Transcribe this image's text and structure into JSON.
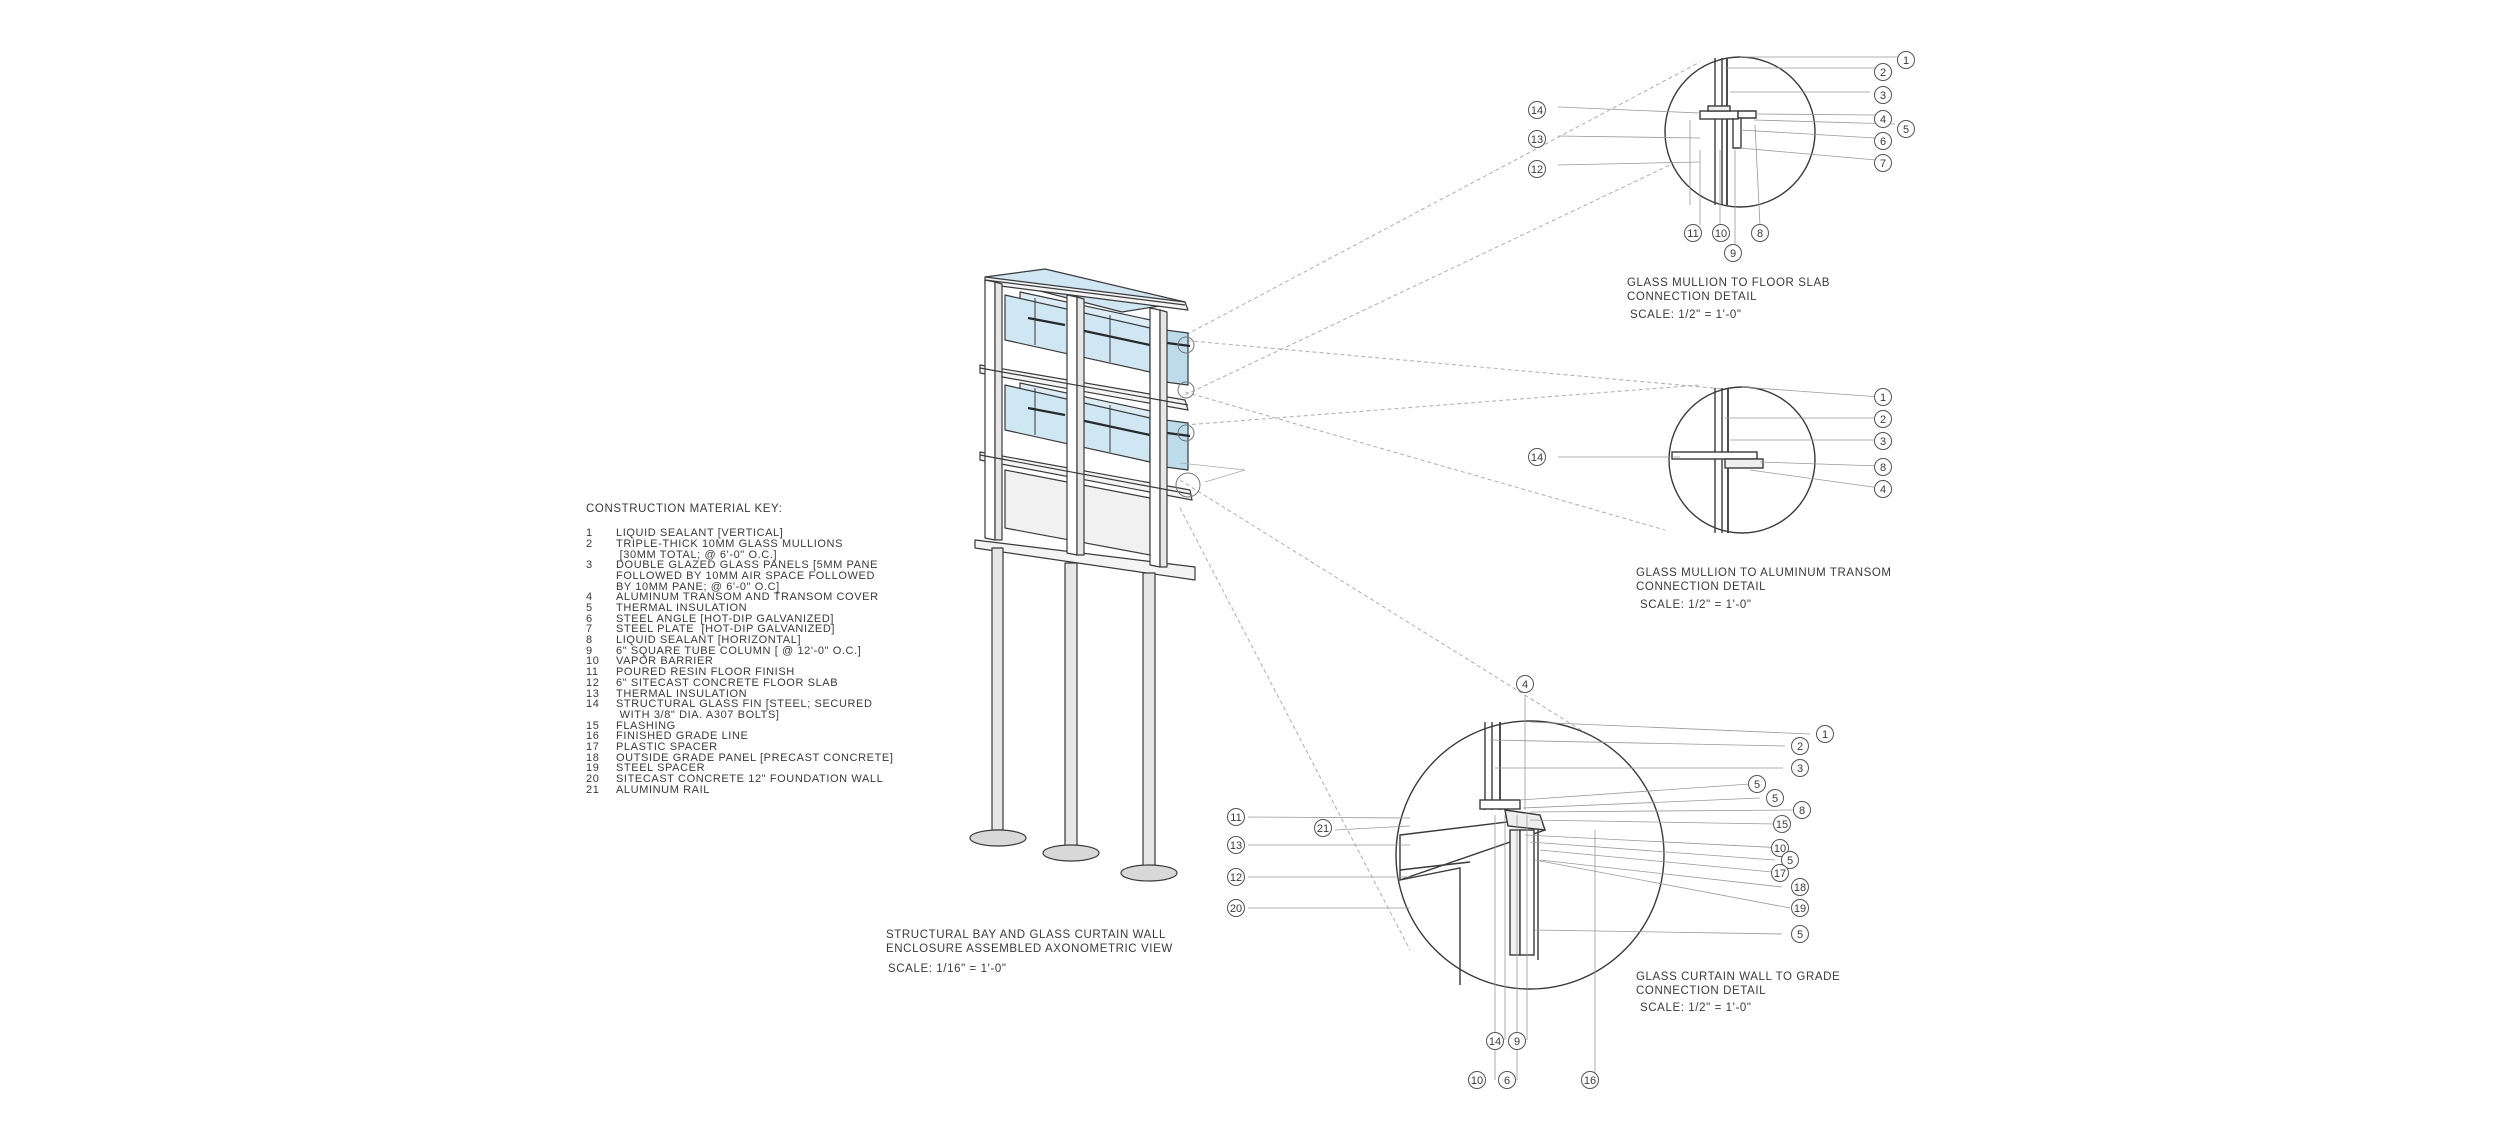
{
  "material_key": {
    "title": "CONSTRUCTION MATERIAL KEY:",
    "items": [
      {
        "num": "1",
        "text": "LIQUID SEALANT [VERTICAL]"
      },
      {
        "num": "2",
        "text": "TRIPLE-THICK 10MM GLASS MULLIONS\n [30MM TOTAL; @ 6'-0\" O.C.]"
      },
      {
        "num": "3",
        "text": "DOUBLE GLAZED GLASS PANELS [5MM PANE\nFOLLOWED BY 10MM AIR SPACE FOLLOWED\nBY 10MM PANE; @ 6'-0\" O.C]"
      },
      {
        "num": "4",
        "text": "ALUMINUM TRANSOM AND TRANSOM COVER"
      },
      {
        "num": "5",
        "text": "THERMAL INSULATION"
      },
      {
        "num": "6",
        "text": "STEEL ANGLE [HOT-DIP GALVANIZED]"
      },
      {
        "num": "7",
        "text": "STEEL PLATE  [HOT-DIP GALVANIZED]"
      },
      {
        "num": "8",
        "text": "LIQUID SEALANT [HORIZONTAL]"
      },
      {
        "num": "9",
        "text": "6\" SQUARE TUBE COLUMN [ @ 12'-0\" O.C.]"
      },
      {
        "num": "10",
        "text": "VAPOR BARRIER"
      },
      {
        "num": "11",
        "text": "POURED RESIN FLOOR FINISH"
      },
      {
        "num": "12",
        "text": "6\" SITECAST CONCRETE FLOOR SLAB"
      },
      {
        "num": "13",
        "text": "THERMAL INSULATION"
      },
      {
        "num": "14",
        "text": "STRUCTURAL GLASS FIN [STEEL; SECURED\n WITH 3/8\" DIA. A307 BOLTS]"
      },
      {
        "num": "15",
        "text": "FLASHING"
      },
      {
        "num": "16",
        "text": "FINISHED GRADE LINE"
      },
      {
        "num": "17",
        "text": "PLASTIC SPACER"
      },
      {
        "num": "18",
        "text": "OUTSIDE GRADE PANEL [PRECAST CONCRETE]"
      },
      {
        "num": "19",
        "text": "STEEL SPACER"
      },
      {
        "num": "20",
        "text": "SITECAST CONCRETE 12\" FOUNDATION WALL"
      },
      {
        "num": "21",
        "text": "ALUMINUM RAIL"
      }
    ]
  },
  "captions": {
    "axon": {
      "title": "STRUCTURAL BAY AND GLASS CURTAIN WALL\nENCLOSURE ASSEMBLED AXONOMETRIC VIEW",
      "scale": "SCALE: 1/16\" = 1'-0\""
    },
    "detail_slab": {
      "title": "GLASS MULLION TO FLOOR SLAB\nCONNECTION DETAIL",
      "scale": "SCALE: 1/2\" = 1'-0\""
    },
    "detail_transom": {
      "title": "GLASS MULLION TO ALUMINUM TRANSOM\nCONNECTION DETAIL",
      "scale": "SCALE: 1/2\" = 1'-0\""
    },
    "detail_grade": {
      "title": "GLASS CURTAIN WALL TO GRADE\nCONNECTION DETAIL",
      "scale": "SCALE: 1/2\" = 1'-0\""
    }
  },
  "callouts": {
    "slab_detail": [
      "1",
      "2",
      "3",
      "4",
      "5",
      "6",
      "7",
      "8",
      "9",
      "10",
      "11",
      "12",
      "13",
      "14"
    ],
    "transom_detail": [
      "1",
      "2",
      "3",
      "8",
      "4",
      "14"
    ],
    "grade_detail": [
      "1",
      "2",
      "3",
      "4",
      "5",
      "5",
      "8",
      "10",
      "5",
      "15",
      "17",
      "18",
      "19",
      "5",
      "21",
      "11",
      "13",
      "12",
      "20",
      "14",
      "9",
      "10",
      "6",
      "16"
    ]
  },
  "colors": {
    "line": "#3a3a3a",
    "glass": "#cfe6f3",
    "glass_dark": "#a9cfe4",
    "concrete": "#f1f1f1",
    "leader": "#9a9a9a"
  }
}
